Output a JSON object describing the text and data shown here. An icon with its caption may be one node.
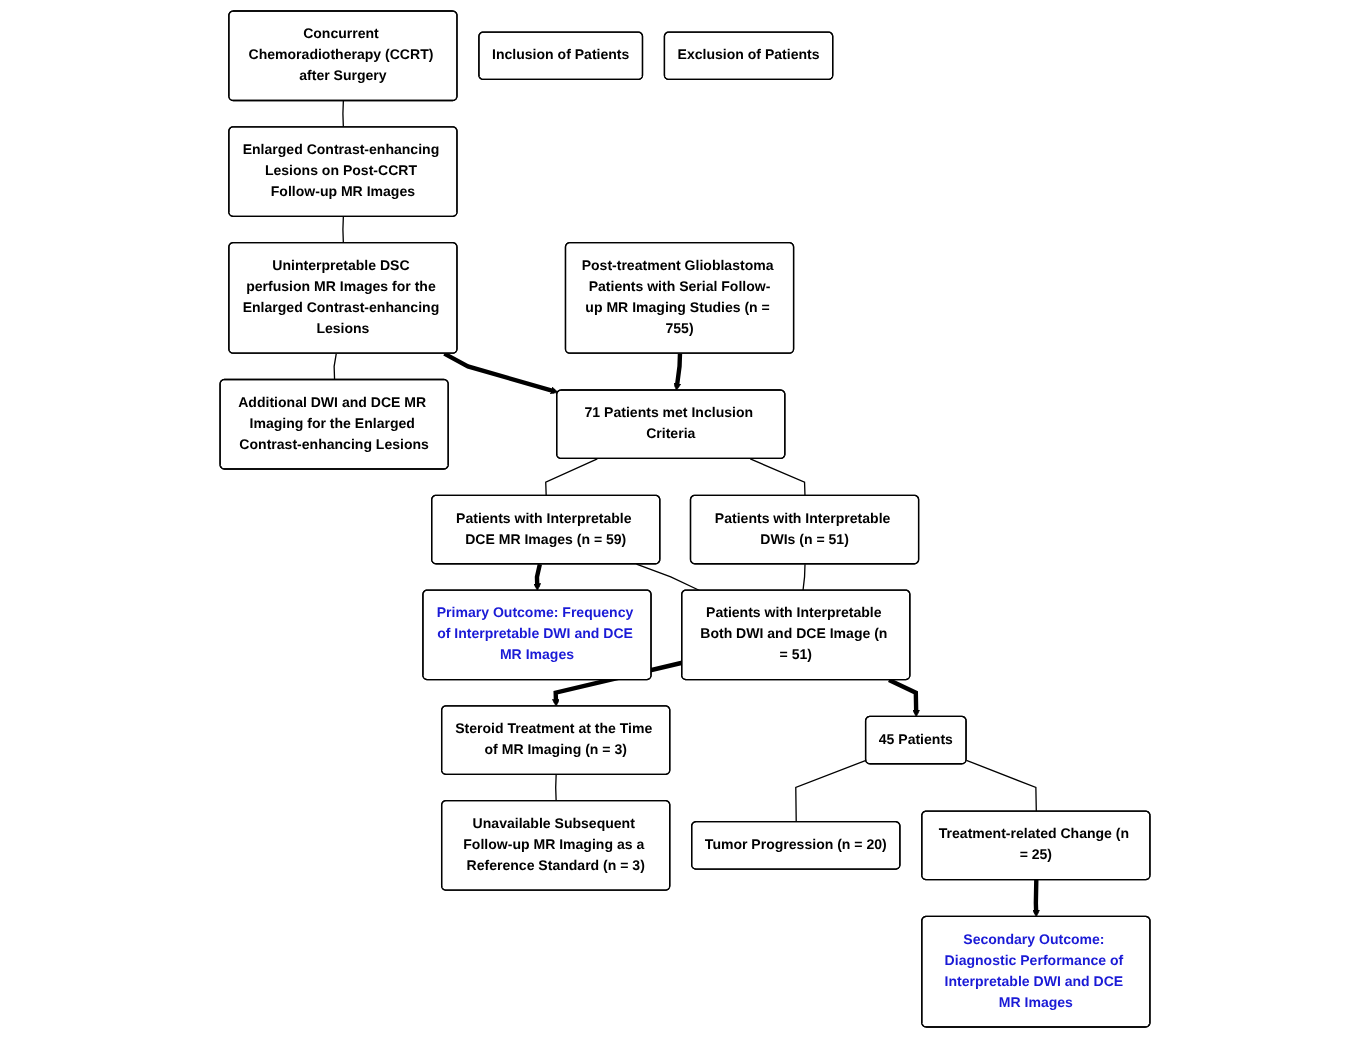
{
  "diagram": {
    "nodes": [
      {
        "text": [
          "Post-treatment Glioblastoma Patients with Serial Follow-up MR Imaging Studies (n = 755)"
        ]
      },
      {
        "text": [
          "Concurrent Chemoradiotherapy (CCRT) after Surgery"
        ]
      },
      {
        "text": [
          "Enlarged Contrast-enhancing Lesions on Post-CCRT Follow-up MR Images"
        ]
      },
      {
        "text": [
          "Uninterpretable DSC perfusion MR Images for the Enlarged Contrast-enhancing Lesions"
        ]
      },
      {
        "text": [
          "Additional DWI and DCE MR Imaging for the Enlarged Contrast-enhancing Lesions"
        ]
      },
      {
        "text": [
          "Inclusion of Patients"
        ]
      },
      {
        "text": [
          "71 Patients met Inclusion Criteria"
        ]
      },
      {
        "text": [
          "Patients with Interpretable DWIs (n = 51)"
        ]
      },
      {
        "text": [
          "Patients with Interpretable DCE MR Images (n = 59)"
        ]
      },
      {
        "text": [
          "Primary Outcome: Frequency of Interpretable DWI and DCE MR Images"
        ]
      },
      {
        "text": [
          "Patients with Interpretable Both DWI and DCE Image (n = 51)"
        ]
      },
      {
        "text": [
          "Exclusion of Patients"
        ]
      },
      {
        "text": [
          "Steroid Treatment at the Time of MR Imaging (n = 3)"
        ]
      },
      {
        "text": [
          "Unavailable Subsequent Follow-up MR Imaging as a Reference Standard (n = 3)"
        ]
      },
      {
        "text": [
          "45 Patients"
        ]
      },
      {
        "text": [
          "Tumor Progression  (n = 20)"
        ]
      },
      {
        "text": [
          "Treatment-related Change (n = 25)"
        ]
      },
      {
        "text": [
          "Secondary Outcome: Diagnostic Performance of Interpretable DWI and DCE MR Images"
        ]
      }
    ],
    "edges": [
      {
        "from": 1,
        "to": 2,
        "arrow": "none"
      },
      {
        "from": 2,
        "to": 3,
        "arrow": "none"
      },
      {
        "from": 3,
        "to": 4,
        "arrow": "none"
      },
      {
        "from": 0,
        "to": 6,
        "arrow": "to",
        "style": "thick"
      },
      {
        "from": 3,
        "to": 6,
        "arrow": "to",
        "style": "thick"
      },
      {
        "from": 6,
        "to": 7,
        "arrow": "none"
      },
      {
        "from": 6,
        "to": 8,
        "arrow": "none"
      },
      {
        "from": 8,
        "to": 9,
        "arrow": "to",
        "style": "thick"
      },
      {
        "from": 7,
        "to": 10,
        "arrow": "none"
      },
      {
        "from": 8,
        "to": 10,
        "arrow": "none"
      },
      {
        "from": 10,
        "to": 14,
        "arrow": "to",
        "style": "thick"
      },
      {
        "from": 10,
        "to": 12,
        "arrow": "to",
        "style": "thick"
      },
      {
        "from": 12,
        "to": 13,
        "arrow": "none"
      },
      {
        "from": 14,
        "to": 15,
        "arrow": "none"
      },
      {
        "from": 14,
        "to": 16,
        "arrow": "none"
      },
      {
        "from": 16,
        "to": 17,
        "arrow": "to",
        "style": "thick"
      }
    ]
  }
}
